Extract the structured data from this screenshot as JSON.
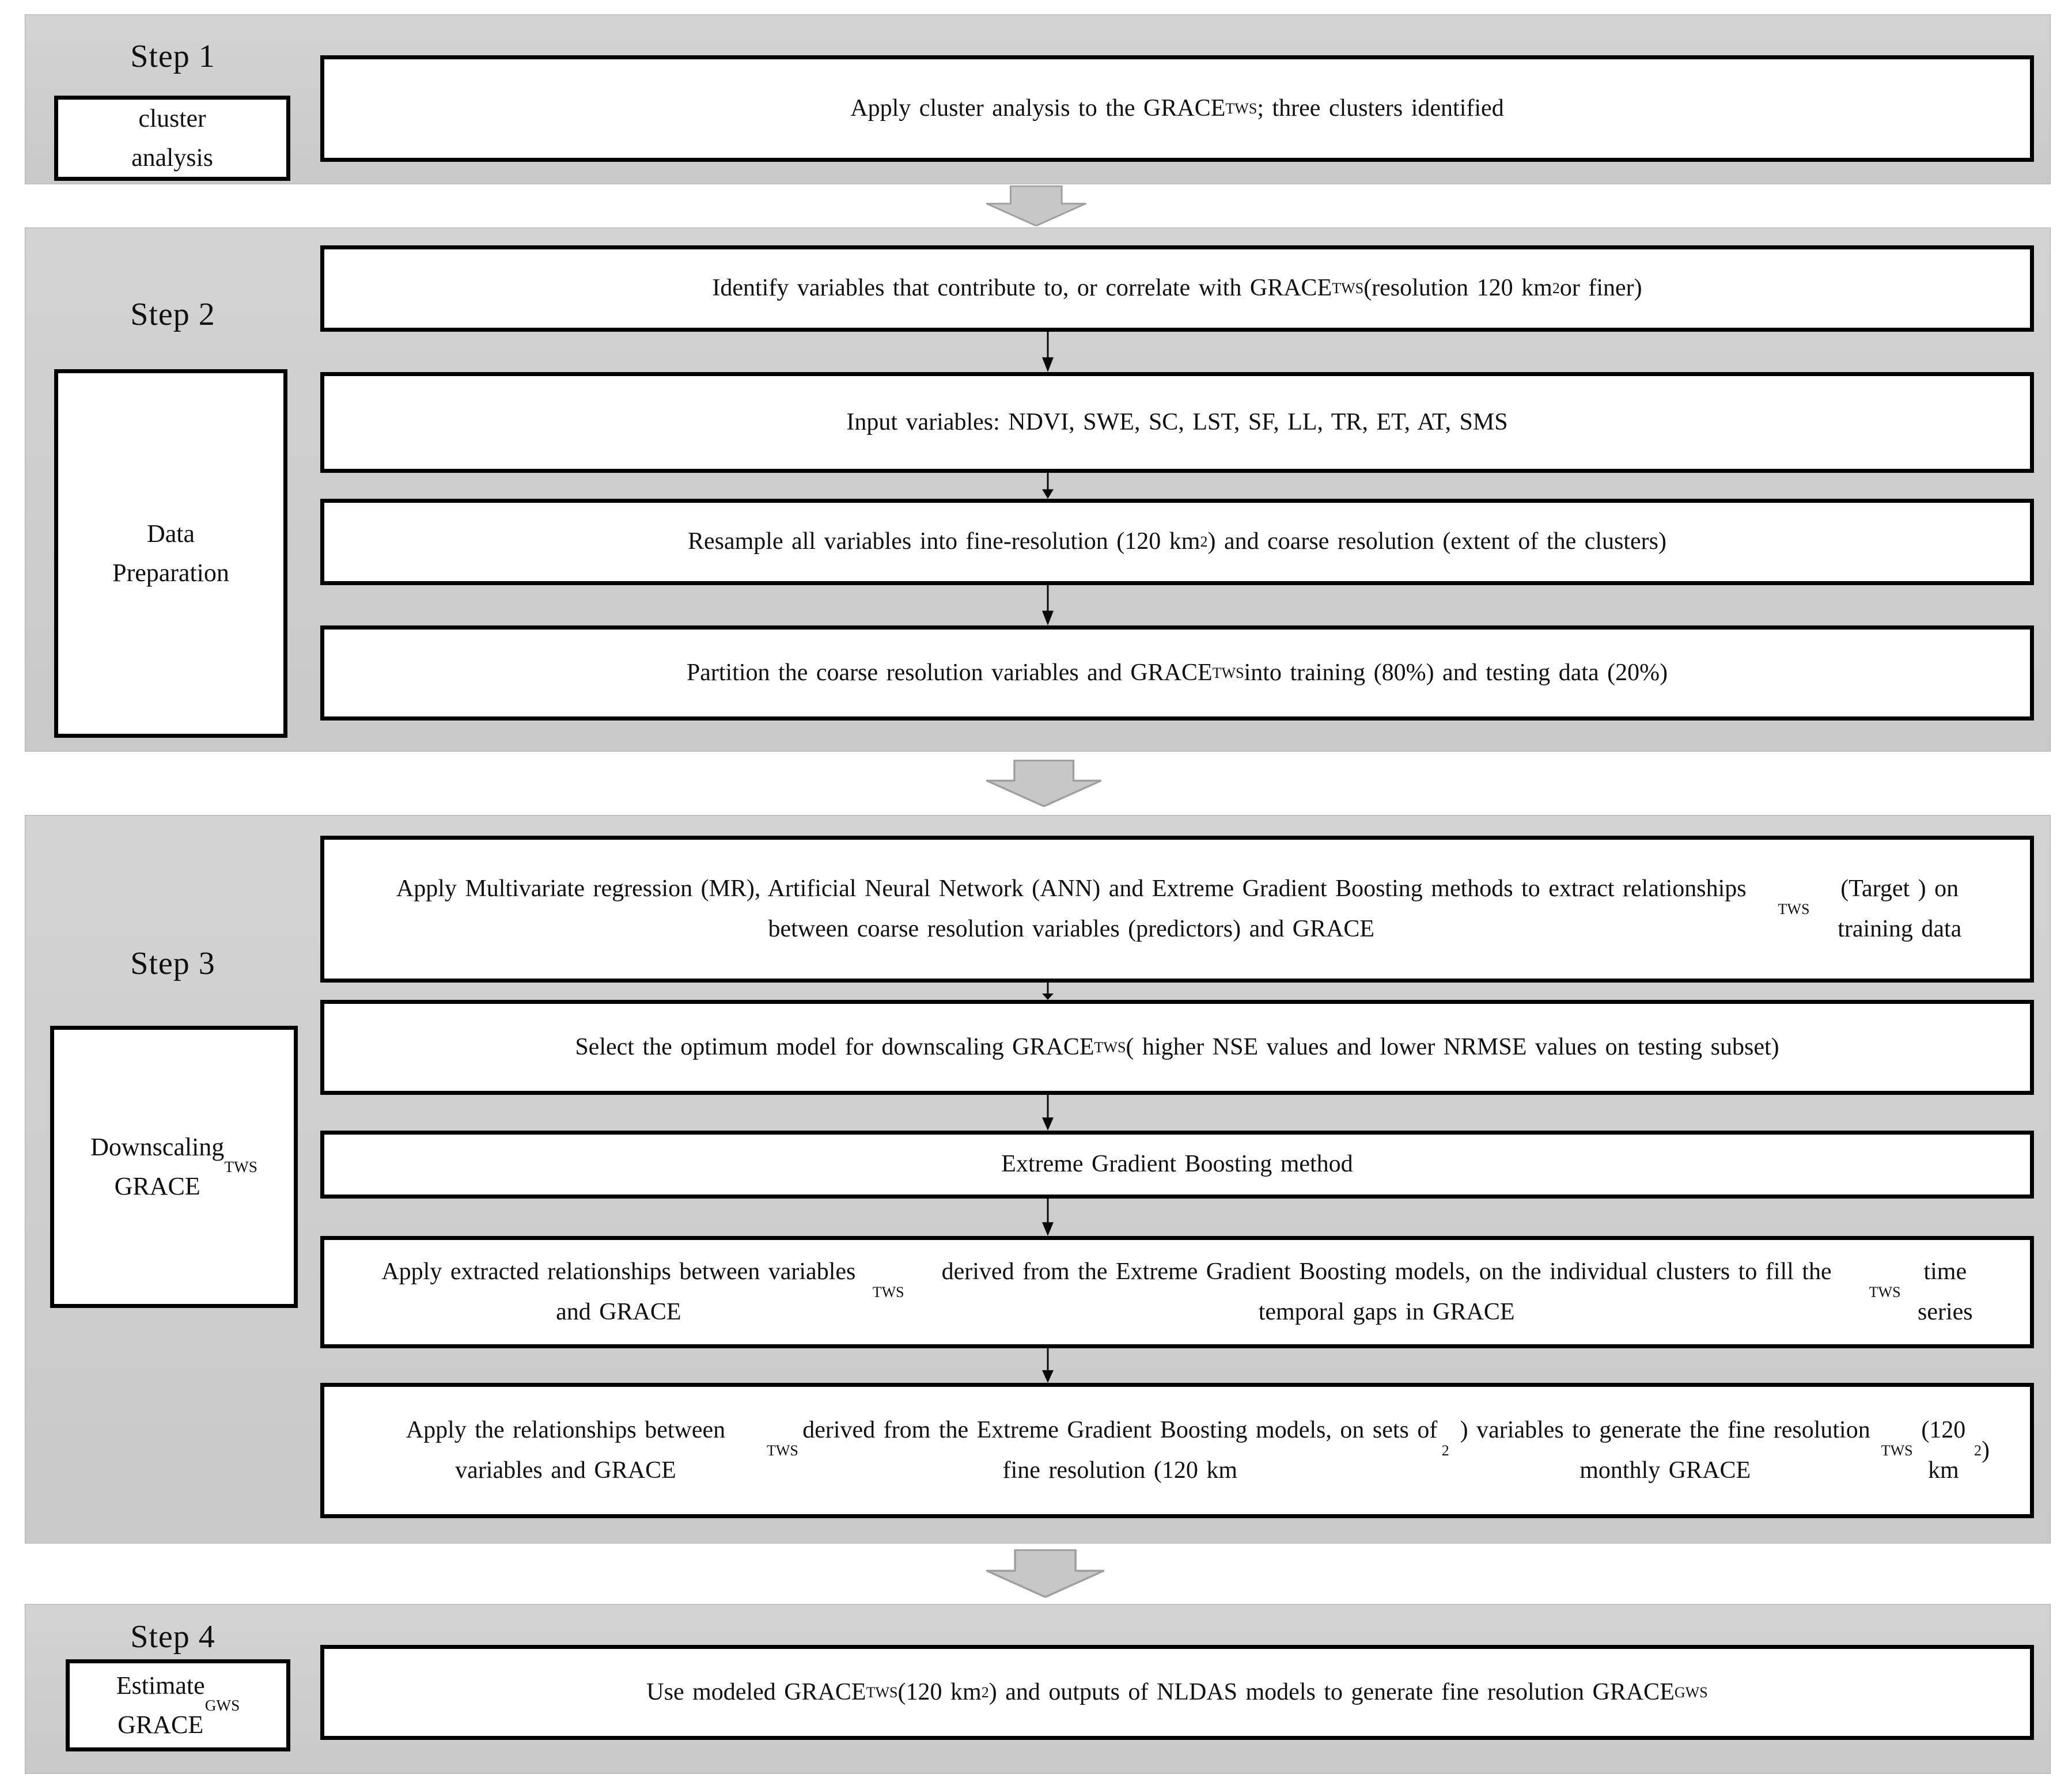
{
  "colors": {
    "page-bg": "#ffffff",
    "panel-bg": "#c9c9c9",
    "panel-bg-top": "#d3d3d3",
    "panel-border": "#adadad",
    "box-bg": "#ffffff",
    "box-border": "#000000",
    "arrow-fill": "#c7c7c7",
    "arrow-stroke": "#9f9f9f",
    "flow-arrow": "#0a0a0a",
    "text-color": "#111111"
  },
  "flowchart": {
    "steps": [
      {
        "label": "Step 1",
        "side_label": [
          {
            "t": "cluster\nanalysis"
          }
        ],
        "boxes": [
          [
            {
              "t": "Apply cluster analysis to the GRACE"
            },
            {
              "sub": "TWS"
            },
            {
              "t": " ; three clusters identified"
            }
          ]
        ]
      },
      {
        "label": "Step 2",
        "side_label": [
          {
            "t": "Data\nPreparation"
          }
        ],
        "boxes": [
          [
            {
              "t": "Identify variables that contribute to, or correlate with GRACE"
            },
            {
              "sub": "TWS"
            },
            {
              "t": " (resolution 120 km"
            },
            {
              "sup": "2"
            },
            {
              "t": " or finer)"
            }
          ],
          [
            {
              "t": "Input variables: NDVI, SWE, SC, LST, SF, LL, TR, ET, AT, SMS"
            }
          ],
          [
            {
              "t": "Resample all variables into fine-resolution (120 km"
            },
            {
              "sup": "2"
            },
            {
              "t": ") and coarse resolution (extent of the clusters)"
            }
          ],
          [
            {
              "t": "Partition the coarse resolution variables and GRACE"
            },
            {
              "sub": "TWS"
            },
            {
              "t": " into training (80%) and testing data (20%)"
            }
          ]
        ]
      },
      {
        "label": "Step 3",
        "side_label": [
          {
            "t": "Downscaling\nGRACE"
          },
          {
            "sub": "TWS"
          }
        ],
        "boxes": [
          [
            {
              "t": "Apply Multivariate regression (MR), Artificial Neural Network (ANN) and Extreme Gradient Boosting methods to extract relationships between coarse resolution variables (predictors) and GRACE"
            },
            {
              "sub": "TWS"
            },
            {
              "t": " (Target ) on training data"
            }
          ],
          [
            {
              "t": "Select the optimum model for downscaling GRACE"
            },
            {
              "sub": "TWS"
            },
            {
              "t": " ( higher NSE values and lower NRMSE values on testing subset)"
            }
          ],
          [
            {
              "t": "Extreme Gradient Boosting method"
            }
          ],
          [
            {
              "t": "Apply extracted relationships between variables and GRACE"
            },
            {
              "sub": "TWS"
            },
            {
              "t": " derived from the Extreme Gradient Boosting models, on the individual clusters to fill the temporal gaps in GRACE"
            },
            {
              "sub": "TWS"
            },
            {
              "t": " time series"
            }
          ],
          [
            {
              "t": "Apply the relationships between variables and GRACE"
            },
            {
              "sub": "TWS"
            },
            {
              "t": " derived from the Extreme Gradient Boosting models, on sets of fine resolution (120 km"
            },
            {
              "sup": "2"
            },
            {
              "t": ") variables to generate the fine resolution monthly GRACE"
            },
            {
              "sub": "TWS"
            },
            {
              "t": " (120 km"
            },
            {
              "sup": "2"
            },
            {
              "t": ")"
            }
          ]
        ]
      },
      {
        "label": "Step 4",
        "side_label": [
          {
            "t": "Estimate\nGRACE"
          },
          {
            "sub": "GWS"
          }
        ],
        "boxes": [
          [
            {
              "t": "Use modeled GRACE"
            },
            {
              "sub": "TWS"
            },
            {
              "t": " (120 km"
            },
            {
              "sup": "2"
            },
            {
              "t": ") and outputs of NLDAS models to generate fine resolution GRACE"
            },
            {
              "sub": "GWS"
            }
          ]
        ]
      }
    ]
  }
}
